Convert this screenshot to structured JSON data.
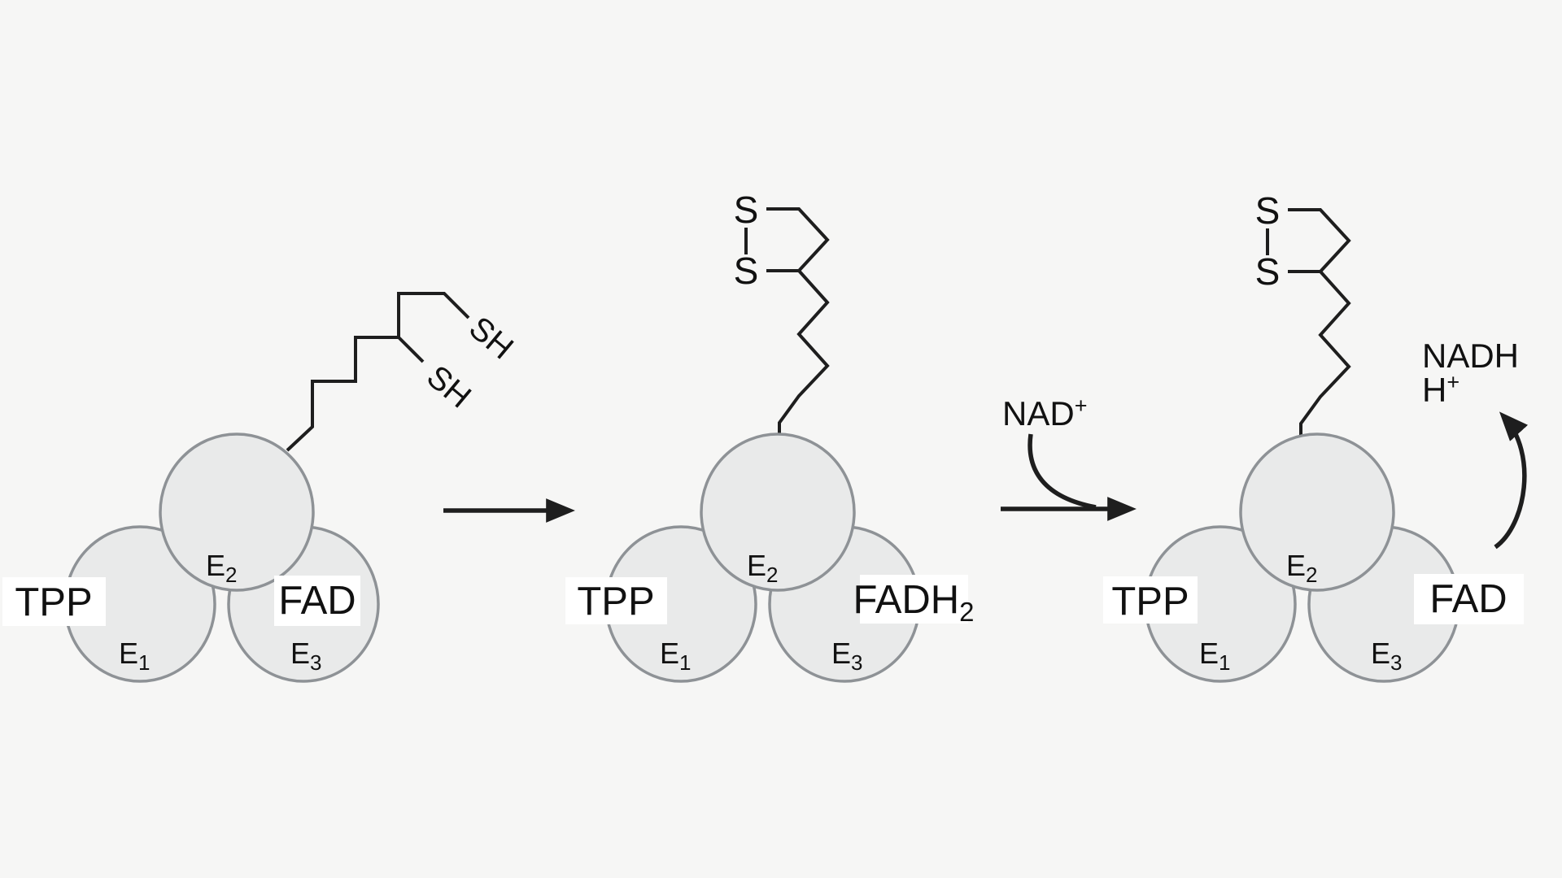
{
  "diagram": {
    "colors": {
      "background": "#f6f6f5",
      "ink": "#1e1e1e",
      "circle_fill": "#e9eaea",
      "circle_stroke": "#8e9296",
      "label_box": "#ffffff",
      "text": "#111111"
    },
    "panels": [
      {
        "name": "state-dithiol",
        "enzymes": {
          "e1": {
            "label": "E",
            "sub": "1"
          },
          "e2": {
            "label": "E",
            "sub": "2"
          },
          "e3": {
            "label": "E",
            "sub": "3"
          }
        },
        "left_cofactor": {
          "label": "TPP"
        },
        "right_cofactor": {
          "label": "FAD",
          "sub": ""
        },
        "arm": {
          "top": "SH",
          "bottom": "SH"
        }
      },
      {
        "name": "state-disulfide-fadh2",
        "enzymes": {
          "e1": {
            "label": "E",
            "sub": "1"
          },
          "e2": {
            "label": "E",
            "sub": "2"
          },
          "e3": {
            "label": "E",
            "sub": "3"
          }
        },
        "left_cofactor": {
          "label": "TPP"
        },
        "right_cofactor": {
          "label": "FADH",
          "sub": "2"
        },
        "arm": {
          "top": "S",
          "bottom": "S"
        }
      },
      {
        "name": "state-disulfide-fad",
        "enzymes": {
          "e1": {
            "label": "E",
            "sub": "1"
          },
          "e2": {
            "label": "E",
            "sub": "2"
          },
          "e3": {
            "label": "E",
            "sub": "3"
          }
        },
        "left_cofactor": {
          "label": "TPP"
        },
        "right_cofactor": {
          "label": "FAD",
          "sub": ""
        },
        "arm": {
          "top": "S",
          "bottom": "S"
        }
      }
    ],
    "nad": {
      "text": "NAD",
      "sup": "+"
    },
    "products": {
      "nadh": "NADH",
      "h": "H",
      "h_sup": "+"
    }
  }
}
